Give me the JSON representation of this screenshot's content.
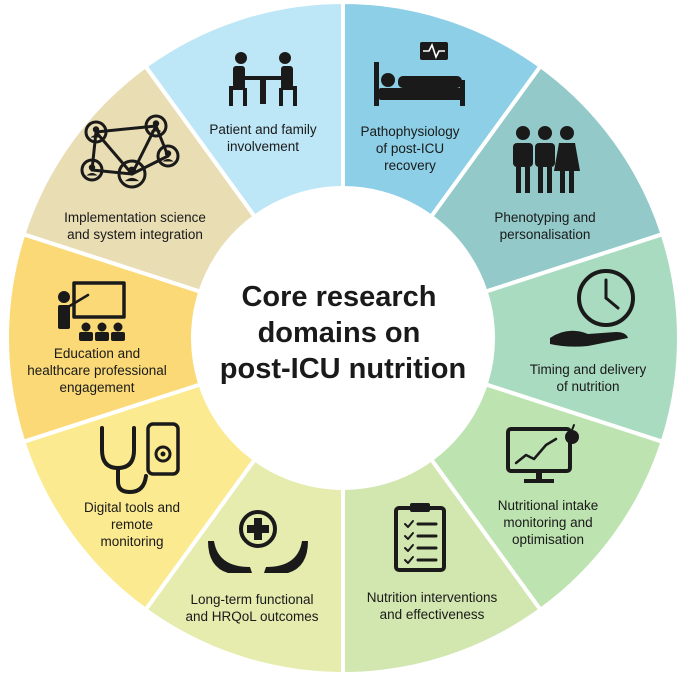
{
  "center": {
    "title_lines": [
      "Core research",
      "domains on",
      "post-ICU nutrition"
    ]
  },
  "segments": [
    {
      "key": "patient-family",
      "lines": [
        "Patient and family",
        "involvement"
      ],
      "color": "#8ccfe6",
      "icon": "table-meeting-icon"
    },
    {
      "key": "pathophysiology",
      "lines": [
        "Pathophysiology",
        "of post-ICU",
        "recovery"
      ],
      "color": "#93c9c8",
      "icon": "hospital-bed-icon"
    },
    {
      "key": "phenotyping",
      "lines": [
        "Phenotyping and",
        "personalisation"
      ],
      "color": "#a9dbc0",
      "icon": "people-group-icon"
    },
    {
      "key": "timing",
      "lines": [
        "Timing and delivery",
        "of nutrition"
      ],
      "color": "#bde3b0",
      "icon": "clock-hand-icon"
    },
    {
      "key": "intake-monitoring",
      "lines": [
        "Nutritional intake",
        "monitoring and",
        "optimisation"
      ],
      "color": "#d2e6af",
      "icon": "monitor-chart-icon"
    },
    {
      "key": "interventions",
      "lines": [
        "Nutrition interventions",
        "and effectiveness"
      ],
      "color": "#e5ecae",
      "icon": "clipboard-checklist-icon"
    },
    {
      "key": "long-term",
      "lines": [
        "Long-term functional",
        "and HRQoL outcomes"
      ],
      "color": "#fbea8f",
      "icon": "hands-medical-cross-icon"
    },
    {
      "key": "digital-tools",
      "lines": [
        "Digital tools and",
        "remote",
        "monitoring"
      ],
      "color": "#fbd977",
      "icon": "stethoscope-phone-icon"
    },
    {
      "key": "education",
      "lines": [
        "Education and",
        "healthcare professional",
        "engagement"
      ],
      "color": "#e9ddb4",
      "icon": "presentation-board-icon"
    },
    {
      "key": "implementation",
      "lines": [
        "Implementation science",
        "and system integration"
      ],
      "color": "#bde6f6",
      "icon": "network-people-icon"
    }
  ]
}
